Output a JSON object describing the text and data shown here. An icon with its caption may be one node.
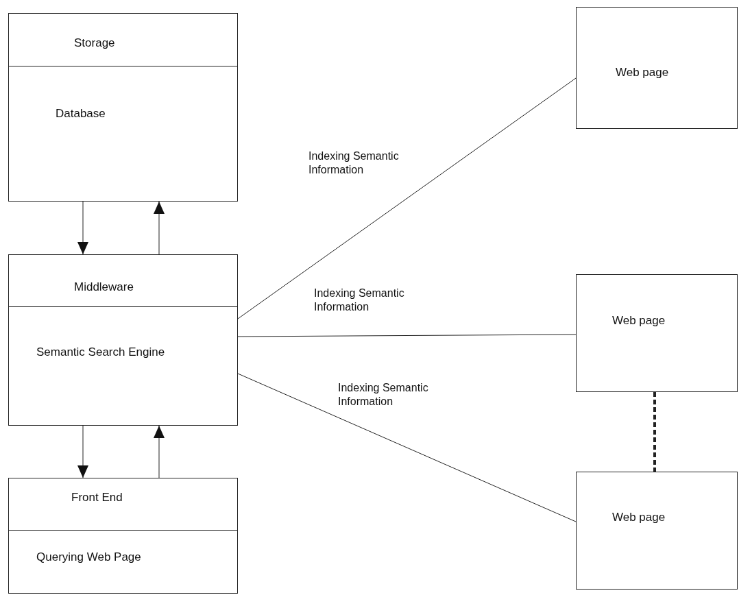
{
  "diagram": {
    "nodes": [
      {
        "text": [
          "Storage",
          "Database"
        ]
      },
      {
        "text": [
          "Middleware",
          "Semantic Search Engine"
        ]
      },
      {
        "text": [
          "Front End",
          "Querying Web Page"
        ]
      },
      {
        "text": [
          "Web page"
        ]
      },
      {
        "text": [
          "Web page"
        ]
      },
      {
        "text": [
          "Web page"
        ]
      }
    ],
    "edges": [
      {
        "from": 0,
        "to": 1,
        "arrow": "to"
      },
      {
        "from": 1,
        "to": 0,
        "arrow": "to"
      },
      {
        "from": 1,
        "to": 2,
        "arrow": "to"
      },
      {
        "from": 2,
        "to": 1,
        "arrow": "to"
      },
      {
        "from": 1,
        "to": 3,
        "arrow": "none",
        "label": "Indexing Semantic Information"
      },
      {
        "from": 1,
        "to": 4,
        "arrow": "none",
        "label": "Indexing Semantic Information"
      },
      {
        "from": 1,
        "to": 5,
        "arrow": "none",
        "label": "Indexing Semantic Information"
      },
      {
        "from": 4,
        "to": 5,
        "arrow": "none",
        "style": "dashed"
      }
    ]
  }
}
